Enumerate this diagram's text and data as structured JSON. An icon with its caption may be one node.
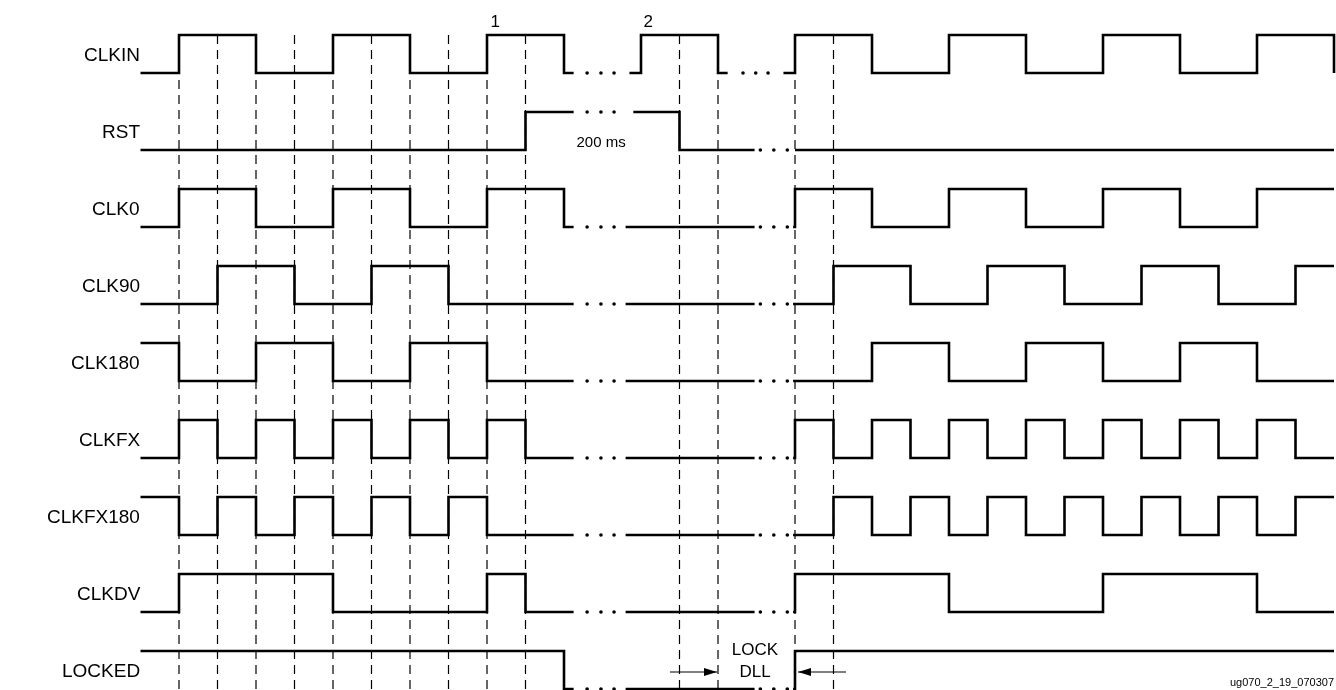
{
  "diagram": {
    "labels": [
      "1",
      "2",
      "CLKIN",
      "RST",
      "200 ms",
      "CLK0",
      "CLK90",
      "CLK180",
      "CLKFX",
      "CLKFX180",
      "CLKDV",
      "LOCKED",
      "LOCK DLL",
      "ug070_2_19_070307"
    ]
  }
}
